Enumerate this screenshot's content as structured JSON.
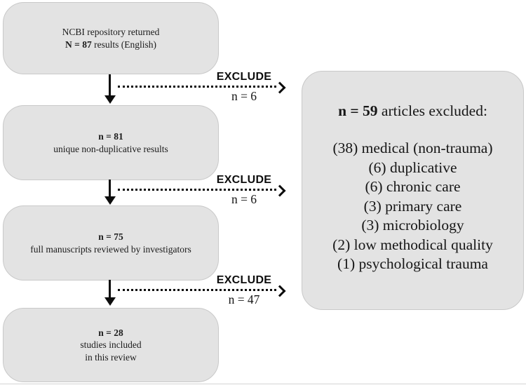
{
  "colors": {
    "box_fill": "#e3e3e3",
    "box_border": "#c9c9c9",
    "arrow": "#0d0d0d",
    "text": "#1b1b1b",
    "background": "#ffffff"
  },
  "flow_boxes": [
    {
      "id": "search-results",
      "line1": "NCBI repository returned",
      "line2_bold": "N = 87",
      "line2_rest": " results (English)"
    },
    {
      "id": "deduplicated",
      "line1_bold": "n = 81",
      "line2": "unique non-duplicative results"
    },
    {
      "id": "full-review",
      "line1_bold": "n = 75",
      "line2": "full manuscripts reviewed by investigators"
    },
    {
      "id": "included",
      "line1_bold": "n = 28",
      "line2": "studies included",
      "line3": "in this review"
    }
  ],
  "excludes": [
    {
      "label": "EXCLUDE",
      "count": "n = 6"
    },
    {
      "label": "EXCLUDE",
      "count": "n = 6"
    },
    {
      "label": "EXCLUDE",
      "count": "n = 47"
    }
  ],
  "exclusion_box": {
    "heading_bold": "n = 59",
    "heading_rest": " articles excluded:",
    "items": [
      "(38) medical (non-trauma)",
      "(6) duplicative",
      "(6) chronic care",
      "(3) primary care",
      "(3) microbiology",
      "(2) low methodical quality",
      "(1) psychological trauma"
    ]
  }
}
